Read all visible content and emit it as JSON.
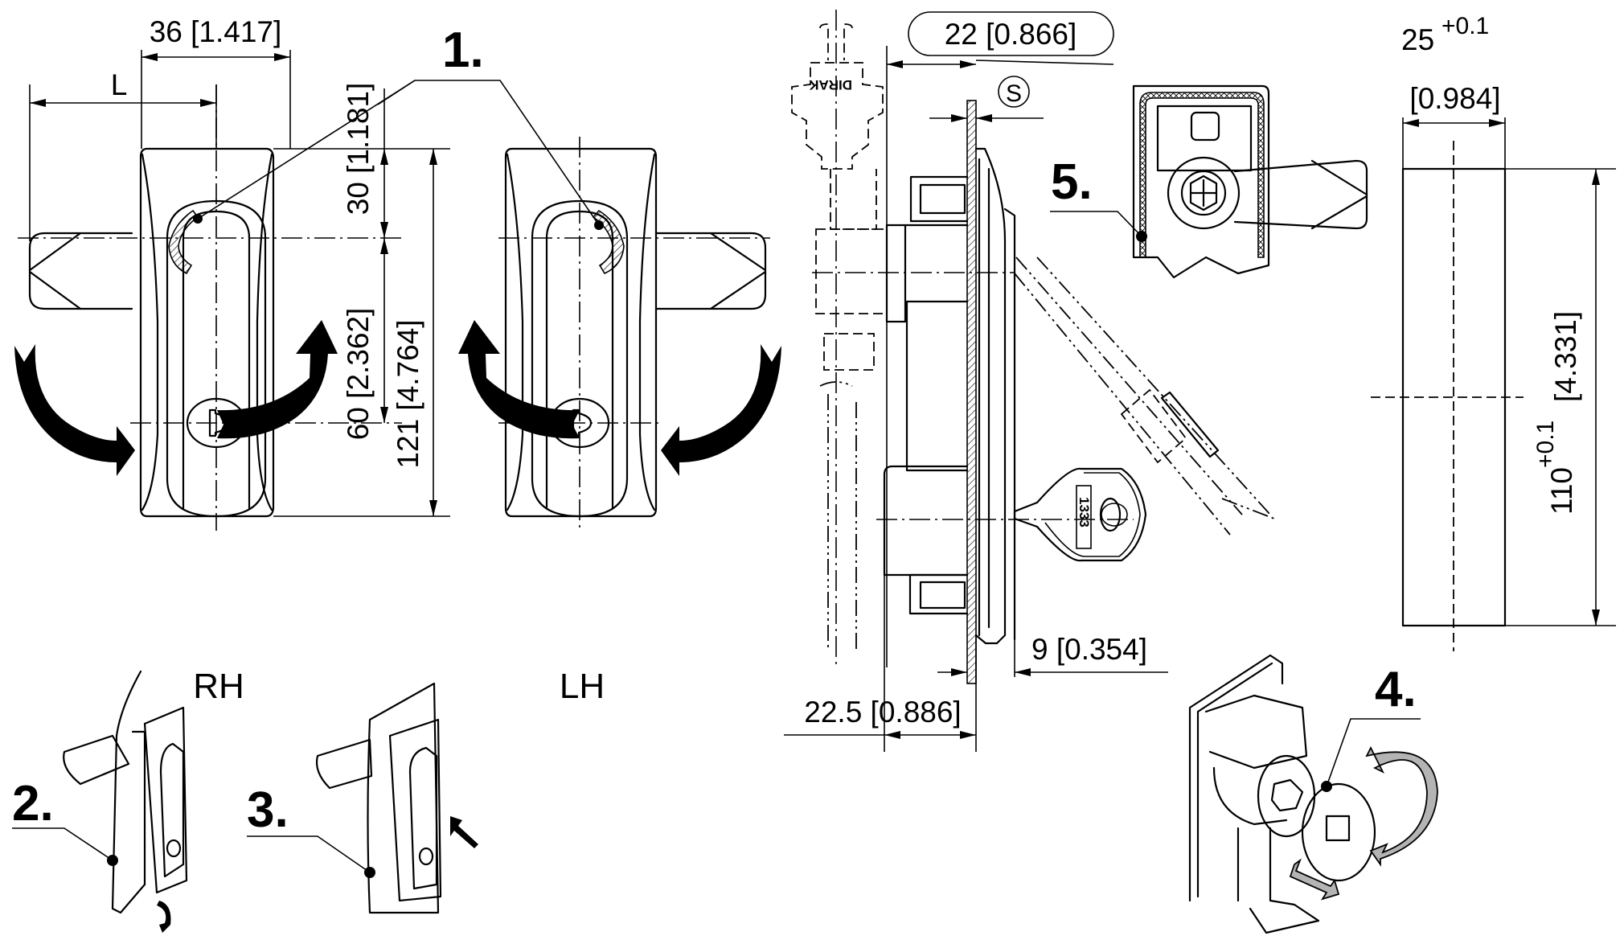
{
  "drawing": {
    "type": "technical-drawing",
    "subject": "swinghandle lock with key cylinder",
    "front_view": {
      "variants": [
        {
          "label": "RH"
        },
        {
          "label": "LH"
        }
      ],
      "dimensions": {
        "width": "36 [1.417]",
        "lever_length": "L",
        "top_to_pivot": "30 [1.181]",
        "pivot_to_lock": "60 [2.362]",
        "overall_height": "121 [4.764]"
      }
    },
    "side_view": {
      "dimensions": {
        "depth_front": "22 [0.866]",
        "panel_thickness_symbol": "S",
        "handle_projection": "9 [0.354]",
        "depth_rear": "22.5 [0.886]"
      },
      "brand_mark": "DIRAK",
      "key_number": "1333"
    },
    "cutout": {
      "width": "25",
      "width_tolerance": "+0.1",
      "width_inch": "[0.984]",
      "height": "110",
      "height_tolerance": "+0.1",
      "height_inch": "[4.331]"
    },
    "callouts": [
      {
        "id": "1",
        "label": "1."
      },
      {
        "id": "2",
        "label": "2."
      },
      {
        "id": "3",
        "label": "3."
      },
      {
        "id": "4",
        "label": "4."
      },
      {
        "id": "5",
        "label": "5."
      }
    ]
  },
  "colors": {
    "line": "#000000",
    "background": "#ffffff",
    "rotation_arrow_grey": "#b4b4b4"
  }
}
